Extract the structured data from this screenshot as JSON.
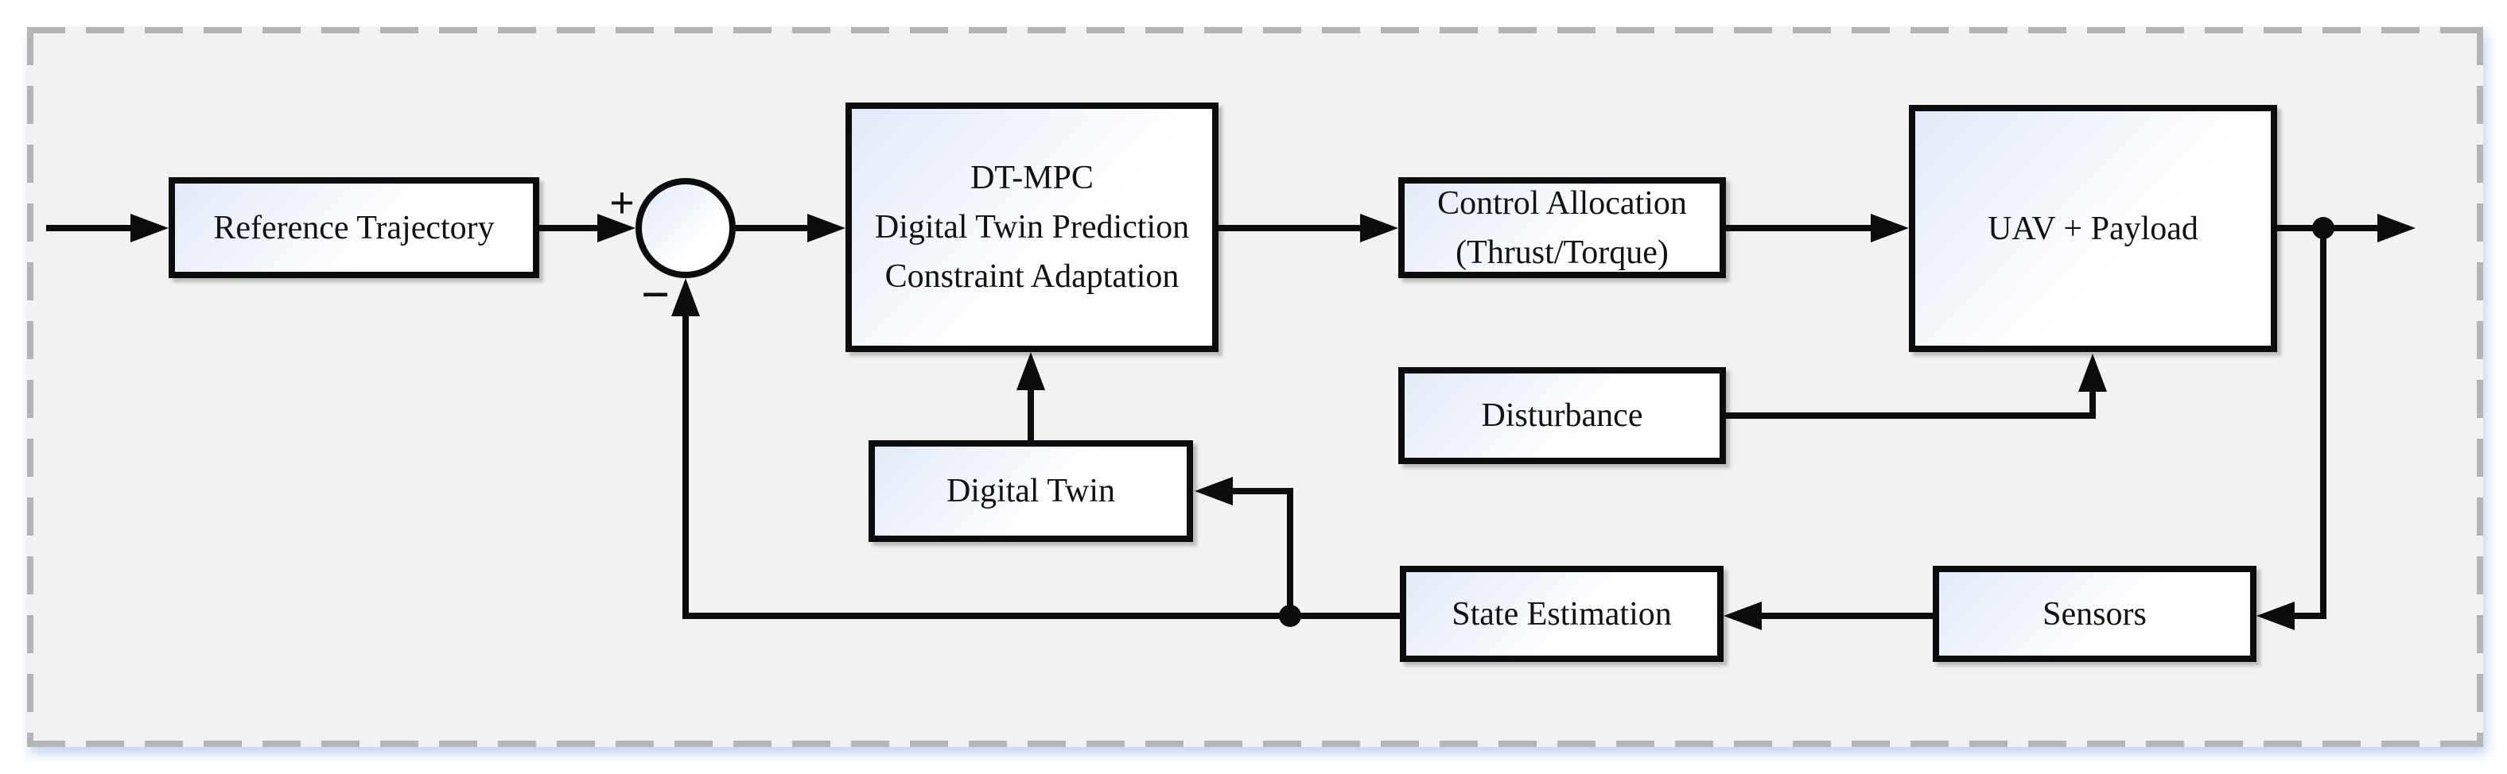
{
  "colors": {
    "canvas_bg": "#ffffff",
    "panel_bg": "#f2f2f2",
    "dash_border": "#b5b5b5",
    "line": "#0c0c0c",
    "box_border": "#0c0c0c",
    "box_fill_start": "#e2eaf8",
    "box_fill_end": "#ffffff",
    "text": "#111111",
    "panel_shadow": "rgba(140,175,225,0.55)"
  },
  "nodes": {
    "reference": {
      "label": "Reference Trajectory"
    },
    "dtmpc": {
      "line1": "DT-MPC",
      "line2": "Digital Twin Prediction",
      "line3": "Constraint Adaptation"
    },
    "control_allocation": {
      "line1": "Control Allocation",
      "line2": "(Thrust/Torque)"
    },
    "uav": {
      "label": "UAV + Payload"
    },
    "disturbance": {
      "label": "Disturbance"
    },
    "digital_twin": {
      "label": "Digital Twin"
    },
    "state_estimation": {
      "label": "State Estimation"
    },
    "sensors": {
      "label": "Sensors"
    }
  },
  "summing_junction": {
    "plus_label": "+",
    "minus_label": "−"
  }
}
